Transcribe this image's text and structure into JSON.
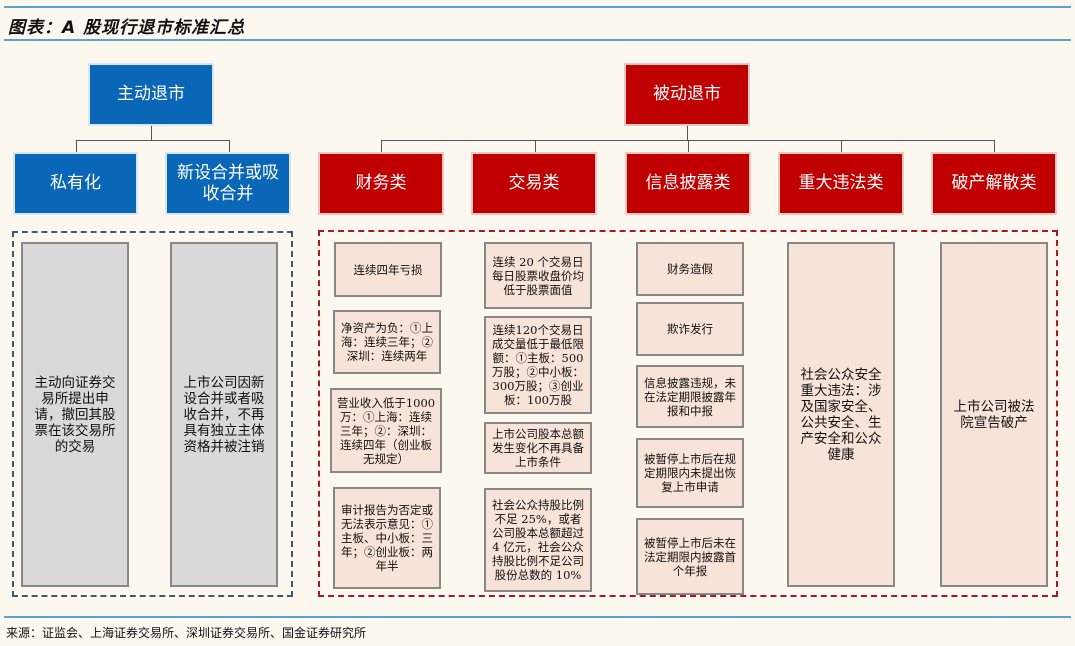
{
  "title": "图表：A 股现行退市标准汇总",
  "colors": {
    "accent_rule": "#5aa5cf",
    "active_blue": "#0a66b7",
    "passive_red": "#c00000",
    "gray_card": "#d9d9d9",
    "pink_card": "#f8e3d9",
    "background": "#fdf8ef"
  },
  "active": {
    "label": "主动退市",
    "categories": [
      {
        "label": "私有化",
        "criteria": [
          "主动向证券交易所提出申请，撤回其股票在该交易所的交易"
        ]
      },
      {
        "label": "新设合并或吸收合并",
        "criteria": [
          "上市公司因新设合并或者吸收合并，不再具有独立主体资格并被注销"
        ]
      }
    ]
  },
  "passive": {
    "label": "被动退市",
    "categories": [
      {
        "label": "财务类",
        "criteria": [
          "连续四年亏损",
          "净资产为负：①上海：连续三年；②深圳：连续两年",
          "营业收入低于1000万：①上海：连续三年；②：深圳：连续四年（创业板无规定）",
          "审计报告为否定或无法表示意见：①主板、中小板：三年；②创业板：两年半"
        ]
      },
      {
        "label": "交易类",
        "criteria": [
          "连续 20 个交易日每日股票收盘价均低于股票面值",
          "连续120个交易日成交量低于最低限额：①主板：500万股；②中小板：300万股；③创业板：100万股",
          "上市公司股本总额发生变化不再具备上市条件",
          "社会公众持股比例不足 25%，或者公司股本总额超过 4 亿元，社会公众持股比例不足公司股份总数的 10%"
        ]
      },
      {
        "label": "信息披露类",
        "criteria": [
          "财务造假",
          "欺诈发行",
          "信息披露违规，未在法定期限披露年报和中报",
          "被暂停上市后在规定期限内未提出恢复上市申请",
          "被暂停上市后未在法定期限内披露首个年报"
        ]
      },
      {
        "label": "重大违法类",
        "criteria": [
          "社会公众安全重大违法：涉及国家安全、公共安全、生产安全和公众健康"
        ]
      },
      {
        "label": "破产解散类",
        "criteria": [
          "上市公司被法院宣告破产"
        ]
      }
    ]
  },
  "source": "来源：证监会、上海证券交易所、深圳证券交易所、国金证券研究所"
}
